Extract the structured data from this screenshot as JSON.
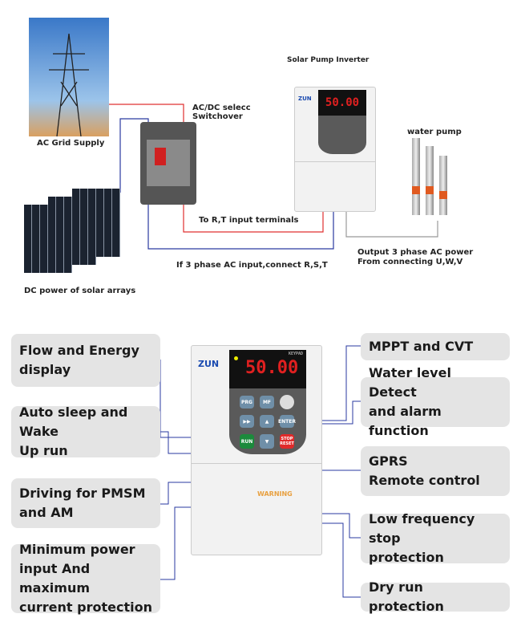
{
  "top": {
    "ac_grid": "AC Grid Supply",
    "dc_power": "DC power of solar arrays",
    "switch_label_1": "AC/DC selecc",
    "switch_label_2": "Switchover",
    "inverter_title": "Solar Pump Inverter",
    "water_pump": "water pump",
    "to_rt": "To R,T input terminals",
    "three_phase": "If 3 phase AC input,connect R,S,T",
    "output_1": "Output 3 phase AC power",
    "output_2": "From connecting U,W,V"
  },
  "inverter": {
    "brand": "ZUN",
    "display": "50.00",
    "keypad": "KEYPAD",
    "keys": [
      "PRG",
      "MF",
      "",
      "▶▶",
      "▲",
      "ENTER",
      "RUN",
      "▼",
      "STOP RESET"
    ],
    "warning": "WARNING"
  },
  "features": {
    "left": [
      "Flow and Energy\ndisplay",
      "Auto sleep and Wake\nUp run",
      "Driving for PMSM\nand AM",
      "Minimum power\ninput And maximum\ncurrent protection"
    ],
    "right": [
      "MPPT and CVT",
      "Water level Detect\nand alarm function",
      "GPRS\nRemote control",
      "Low frequency stop\nprotection",
      "Dry run protection"
    ]
  },
  "colors": {
    "ac_line": "#e03030",
    "dc_line": "#2a3aa0",
    "output_line": "#999999",
    "box": "#e4e4e4"
  }
}
